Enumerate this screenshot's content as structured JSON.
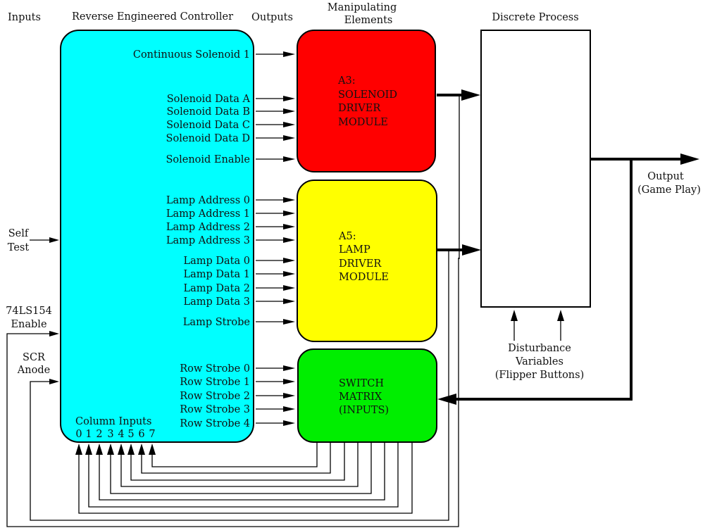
{
  "headers": {
    "inputs": "Inputs",
    "controller": "Reverse Engineered Controller",
    "outputs": "Outputs",
    "manipulating_line1": "Manipulating",
    "manipulating_line2": "Elements",
    "discrete_process": "Discrete Process"
  },
  "colors": {
    "controller": "#00ffff",
    "solenoid_module": "#ff0000",
    "lamp_module": "#ffff00",
    "switch_matrix": "#00ee00",
    "process": "#ffffff",
    "line": "#000000"
  },
  "inputs": {
    "self_test": [
      "Self",
      "Test"
    ],
    "enable_74ls154": [
      "74LS154",
      "Enable"
    ],
    "scr_anode": [
      "SCR",
      "Anode"
    ]
  },
  "controller_outputs": {
    "solenoid": [
      "Continuous Solenoid 1",
      "Solenoid Data A",
      "Solenoid Data B",
      "Solenoid Data C",
      "Solenoid Data D",
      "Solenoid Enable"
    ],
    "lamp": [
      "Lamp Address 0",
      "Lamp Address 1",
      "Lamp Address 2",
      "Lamp Address 3",
      "Lamp Data 0",
      "Lamp Data 1",
      "Lamp Data 2",
      "Lamp Data 3",
      "Lamp Strobe"
    ],
    "row": [
      "Row Strobe 0",
      "Row Strobe 1",
      "Row Strobe 2",
      "Row Strobe 3",
      "Row Strobe 4"
    ]
  },
  "column_inputs": {
    "label": "Column Inputs",
    "numbers": [
      "0",
      "1",
      "2",
      "3",
      "4",
      "5",
      "6",
      "7"
    ]
  },
  "modules": {
    "solenoid": [
      "A3:",
      "SOLENOID",
      "DRIVER",
      "MODULE"
    ],
    "lamp": [
      "A5:",
      "LAMP",
      "DRIVER",
      "MODULE"
    ],
    "switch": [
      "SWITCH",
      "MATRIX",
      "(INPUTS)"
    ]
  },
  "output": [
    "Output",
    "(Game Play)"
  ],
  "disturbance": [
    "Disturbance",
    "Variables",
    "(Flipper Buttons)"
  ]
}
